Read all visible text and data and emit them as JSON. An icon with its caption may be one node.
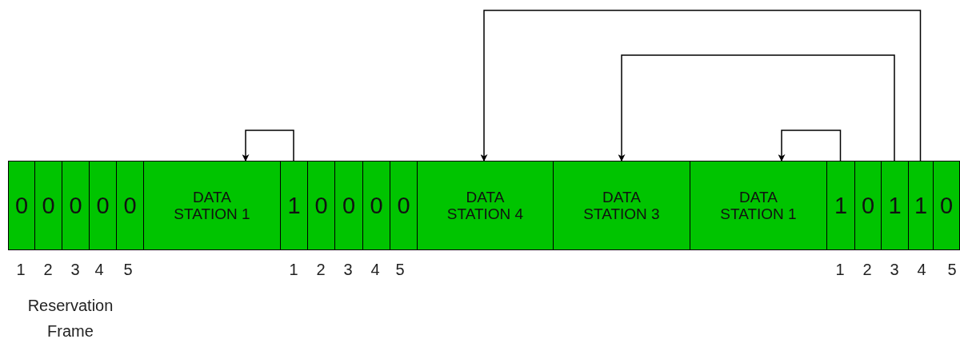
{
  "diagram": {
    "nodes": [
      {
        "text": [
          "0"
        ]
      },
      {
        "text": [
          "0"
        ]
      },
      {
        "text": [
          "0"
        ]
      },
      {
        "text": [
          "0"
        ]
      },
      {
        "text": [
          "0"
        ]
      },
      {
        "text": [
          "DATA STATION 1"
        ]
      },
      {
        "text": [
          "1"
        ]
      },
      {
        "text": [
          "0"
        ]
      },
      {
        "text": [
          "0"
        ]
      },
      {
        "text": [
          "0"
        ]
      },
      {
        "text": [
          "0"
        ]
      },
      {
        "text": [
          "DATA STATION 4"
        ]
      },
      {
        "text": [
          "DATA STATION 3"
        ]
      },
      {
        "text": [
          "DATA STATION 1"
        ]
      },
      {
        "text": [
          "1"
        ]
      },
      {
        "text": [
          "0"
        ]
      },
      {
        "text": [
          "1"
        ]
      },
      {
        "text": [
          "1"
        ]
      },
      {
        "text": [
          "0"
        ]
      }
    ],
    "edges": [
      {
        "from": 6,
        "to": 5,
        "arrow": "to"
      },
      {
        "from": 14,
        "to": 13,
        "arrow": "to"
      },
      {
        "from": 16,
        "to": 12,
        "arrow": "to"
      },
      {
        "from": 17,
        "to": 11,
        "arrow": "to"
      }
    ],
    "labels": [
      "1",
      "2",
      "3",
      "4",
      "5",
      "1",
      "2",
      "3",
      "4",
      "5",
      "1",
      "2",
      "3",
      "4",
      "5",
      "Reservation Frame"
    ]
  }
}
